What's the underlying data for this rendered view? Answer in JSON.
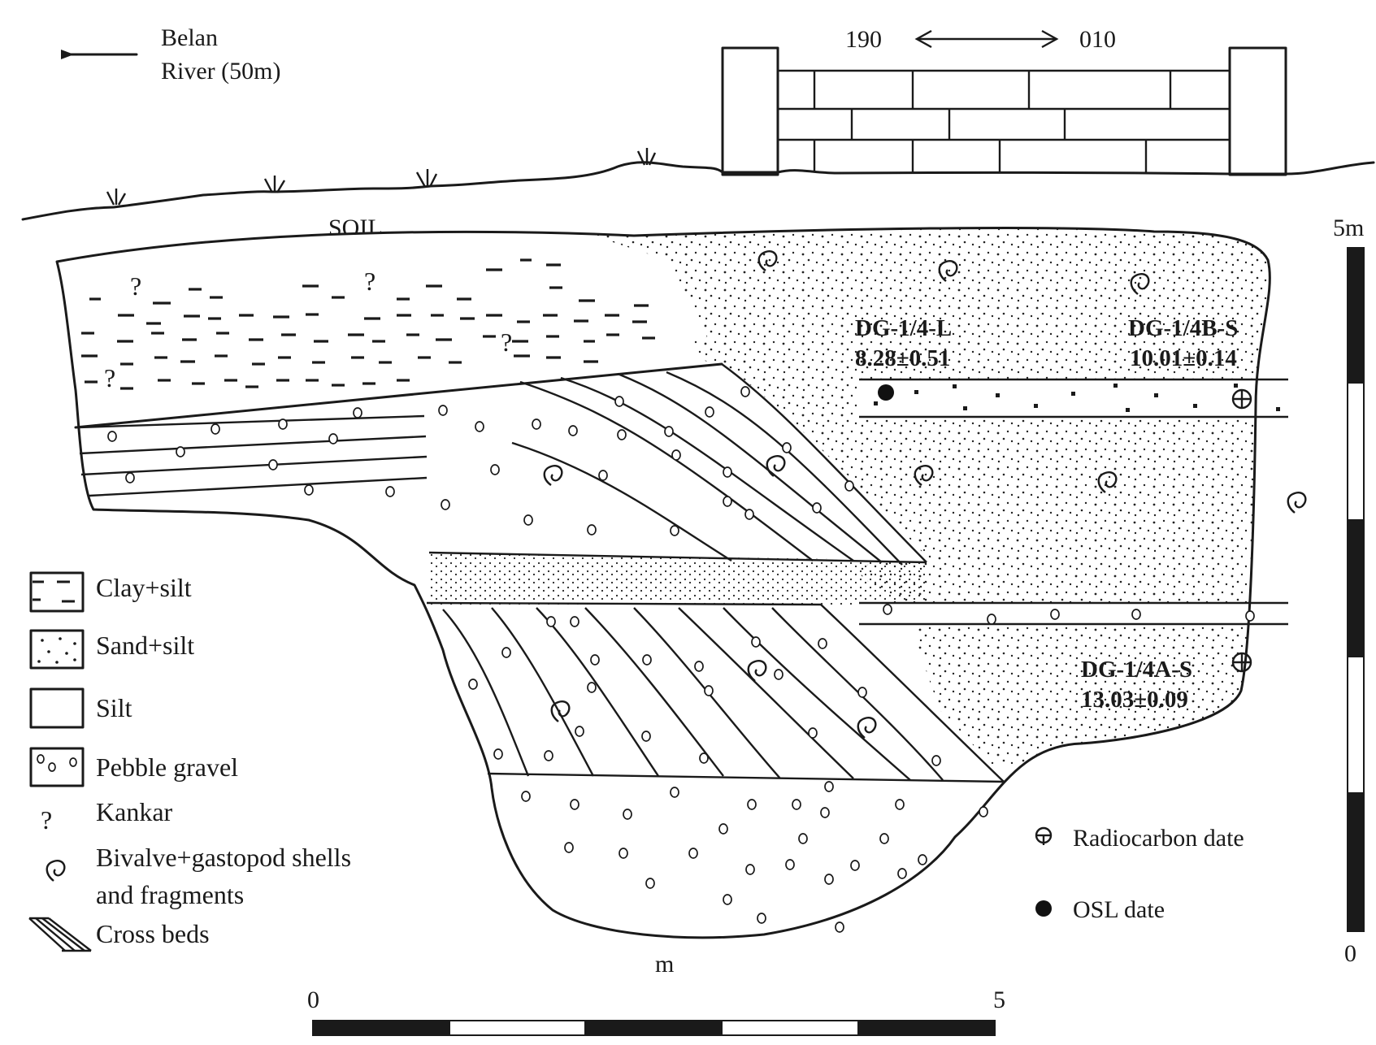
{
  "orientation": {
    "river_line1": "Belan",
    "river_line2": "River (50m)",
    "bearing_left": "190",
    "bearing_right": "010"
  },
  "profile": {
    "soil_label": "SOIL",
    "samples": [
      {
        "id": "DG-1/4-L",
        "age": "8.28±0.51",
        "method": "OSL"
      },
      {
        "id": "DG-1/4B-S",
        "age": "10.01±0.14",
        "method": "Radiocarbon"
      },
      {
        "id": "DG-1/4A-S",
        "age": "13.03±0.09",
        "method": "Radiocarbon"
      }
    ]
  },
  "vertical_scale": {
    "top_label": "5m",
    "bottom_label": "0"
  },
  "horizontal_scale": {
    "unit_label": "m",
    "start_label": "0",
    "end_label": "5"
  },
  "legend": {
    "clay_silt": "Clay+silt",
    "sand_silt": "Sand+silt",
    "silt": "Silt",
    "pebble_gravel": "Pebble gravel",
    "kankar": "Kankar",
    "kankar_symbol": "?",
    "shells_line1": "Bivalve+gastopod shells",
    "shells_line2": "and fragments",
    "cross_beds": "Cross beds"
  },
  "date_legend": {
    "radiocarbon": "Radiocarbon date",
    "osl": "OSL date"
  }
}
